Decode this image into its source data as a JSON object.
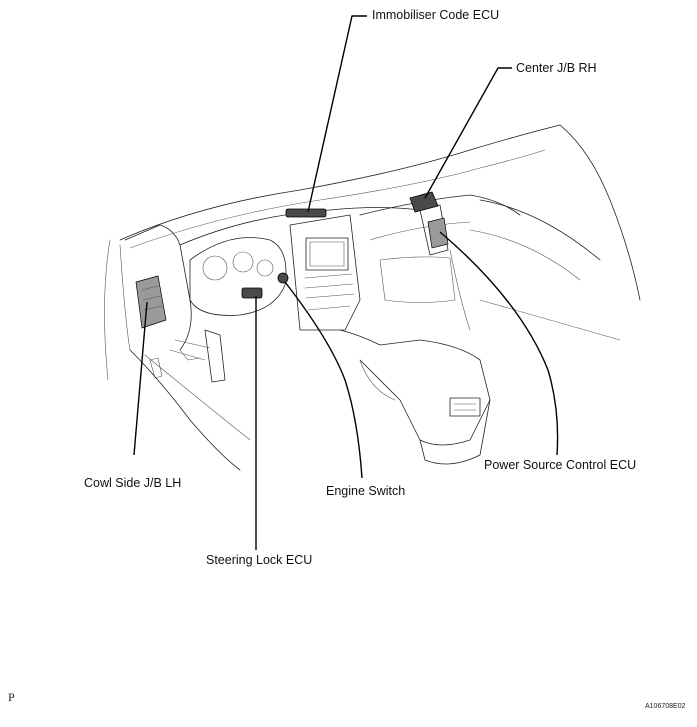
{
  "labels": {
    "immobiliser": "Immobiliser Code ECU",
    "center_jb": "Center J/B RH",
    "power_source": "Power Source Control ECU",
    "cowl_side": "Cowl Side J/B LH",
    "engine_switch": "Engine Switch",
    "steering_lock": "Steering Lock ECU"
  },
  "corner": {
    "left": "P",
    "right": "A106708E02"
  }
}
